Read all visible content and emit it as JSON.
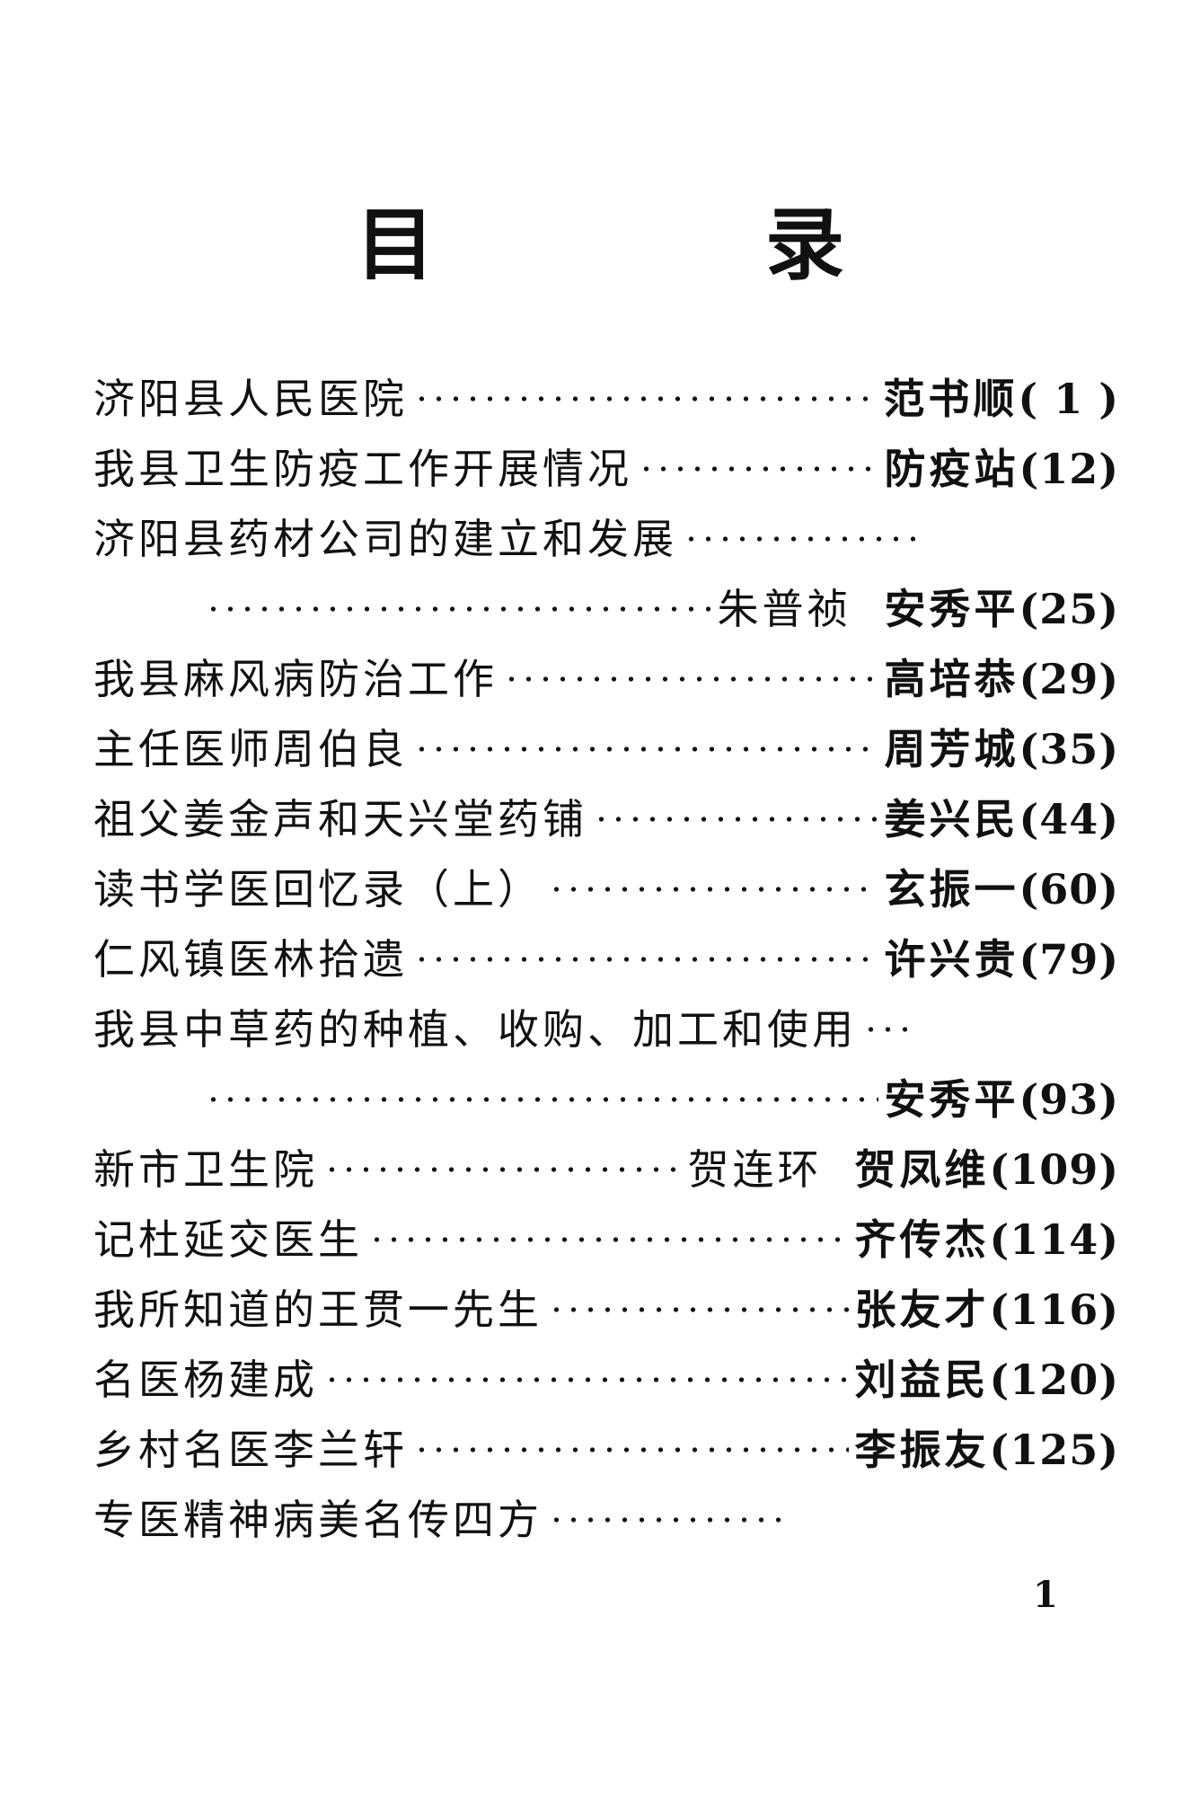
{
  "title": "目　录",
  "entries": [
    {
      "title": "济阳县人民医院",
      "author": "范书顺",
      "page": "( 1 )"
    },
    {
      "title": "我县卫生防疫工作开展情况",
      "author": "防疫站",
      "page": "(12)"
    },
    {
      "title": "济阳县药材公司的建立和发展",
      "co_author": "朱普祯",
      "author": "安秀平",
      "page": "(25)",
      "wrapped": true
    },
    {
      "title": "我县麻风病防治工作",
      "author": "高培恭",
      "page": "(29)"
    },
    {
      "title": "主任医师周伯良",
      "author": "周芳城",
      "page": "(35)"
    },
    {
      "title": "祖父姜金声和天兴堂药铺",
      "author": "姜兴民",
      "page": "(44)"
    },
    {
      "title": "读书学医回忆录（上）",
      "author": "玄振一",
      "page": "(60)"
    },
    {
      "title": "仁风镇医林拾遗",
      "author": "许兴贵",
      "page": "(79)"
    },
    {
      "title": "我县中草药的种植、收购、加工和使用",
      "author": "安秀平",
      "page": "(93)",
      "wrapped": true,
      "short_tail": true
    },
    {
      "title": "新市卫生院",
      "co_author": "贺连环",
      "author": "贺凤维",
      "page": "(109)"
    },
    {
      "title": "记杜延交医生",
      "author": "齐传杰",
      "page": "(114)"
    },
    {
      "title": "我所知道的王贯一先生",
      "author": "张友才",
      "page": "(116)"
    },
    {
      "title": "名医杨建成",
      "author": "刘益民",
      "page": "(120)"
    },
    {
      "title": "乡村名医李兰轩",
      "author": "李振友",
      "page": "(125)"
    },
    {
      "title": "专医精神病美名传四方",
      "continues": true
    }
  ],
  "page_number": "1"
}
